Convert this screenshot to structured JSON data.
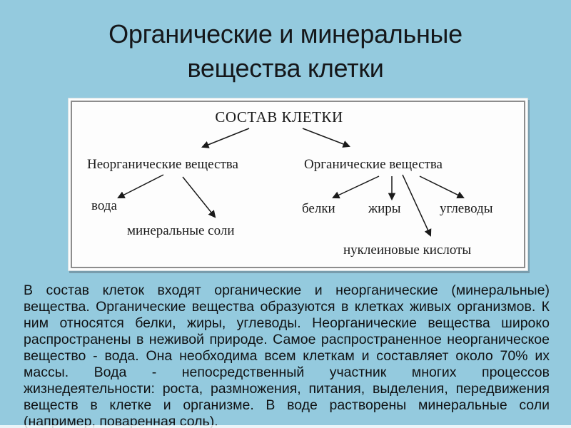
{
  "slide": {
    "background_color": "#94cade",
    "title": {
      "line1": "Органические и минеральные",
      "line2": "вещества клетки"
    },
    "diagram": {
      "box_background": "#fdfdfd",
      "border_color": "#8d8d8d",
      "root_label": "СОСТАВ КЛЕТКИ",
      "nodes": {
        "inorganic": "Неорганические вещества",
        "organic": "Органические вещества",
        "water": "вода",
        "mineral_salts": "минеральные соли",
        "proteins": "белки",
        "fats": "жиры",
        "carbohydrates": "углеводы",
        "nucleic_acids": "нуклеиновые кислоты"
      },
      "edges": [
        [
          "root",
          "inorganic"
        ],
        [
          "root",
          "organic"
        ],
        [
          "inorganic",
          "water"
        ],
        [
          "inorganic",
          "mineral_salts"
        ],
        [
          "organic",
          "proteins"
        ],
        [
          "organic",
          "fats"
        ],
        [
          "organic",
          "carbohydrates"
        ],
        [
          "organic",
          "nucleic_acids"
        ]
      ]
    },
    "body_text": "В состав клеток входят органические и неорганические (минеральные) вещества. Органические вещества образуются в клетках живых организмов. К ним относятся белки, жиры, углеводы. Неорганические вещества широко распространены в неживой природе. Самое распространенное неорганическое вещество - вода. Она необходима всем клеткам и составляет около 70% их массы. Вода - непосредственный участник многих процессов жизнедеятельности: роста, размножения, питания, выделения, передвижения веществ в клетке и организме. В воде растворены минеральные соли (например, поваренная соль)."
  }
}
